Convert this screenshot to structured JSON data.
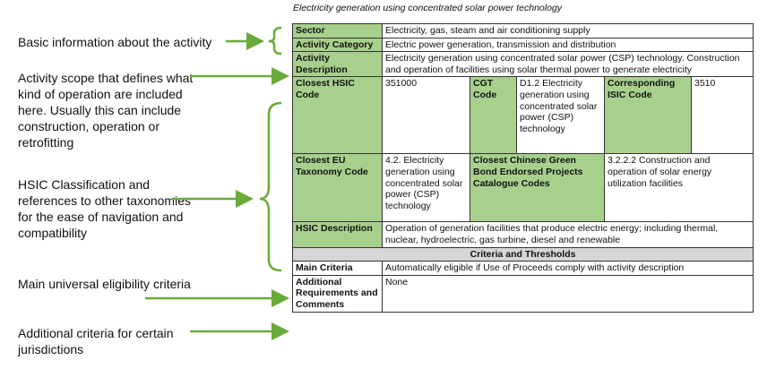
{
  "title": "Electricity generation using concentrated solar power technology",
  "annotations": {
    "basic": "Basic information about the activity",
    "scope": "Activity scope that defines what kind of operation are included here. Usually this can include construction, operation or retrofitting",
    "hsic": "HSIC Classification and references to other taxonomies for the ease of navigation and compatibility",
    "main": "Main universal eligibility criteria",
    "additional": "Additional criteria for certain jurisdictions"
  },
  "table": {
    "sector_label": "Sector",
    "sector_value": "Electricity, gas, steam and air conditioning supply",
    "category_label": "Activity Category",
    "category_value": "Electric power generation, transmission and distribution",
    "description_label": "Activity Description",
    "description_value": "Electricity generation using concentrated solar power (CSP) technology. Construction and operation of facilities using solar thermal power to generate electricity",
    "hsic_code_label": "Closest HSIC Code",
    "hsic_code_value": "351000",
    "cgt_label": "CGT Code",
    "cgt_value": "D1.2 Electricity generation using concentrated solar power (CSP) technology",
    "isic_label": "Corresponding ISIC Code",
    "isic_value": "3510",
    "eu_label": "Closest EU Taxonomy Code",
    "eu_value": "4.2. Electricity generation using concentrated solar power (CSP) technology",
    "cn_label": "Closest Chinese Green Bond Endorsed Projects Catalogue Codes",
    "cn_value": "3.2.2.2 Construction and operation of solar energy utilization facilities",
    "hsic_desc_label": "HSIC Description",
    "hsic_desc_value": "Operation of generation facilities that produce electric energy; including thermal, nuclear, hydroelectric, gas turbine, diesel and renewable",
    "criteria_header": "Criteria and Thresholds",
    "main_label": "Main Criteria",
    "main_value": "Automatically eligible if Use of Proceeds comply with activity description",
    "additional_label": "Additional Requirements and Comments",
    "additional_value": "None"
  },
  "colors": {
    "label_green": "#a8d08d",
    "band_grey": "#d6d6d6",
    "arrow_green": "#6aaa3a"
  }
}
